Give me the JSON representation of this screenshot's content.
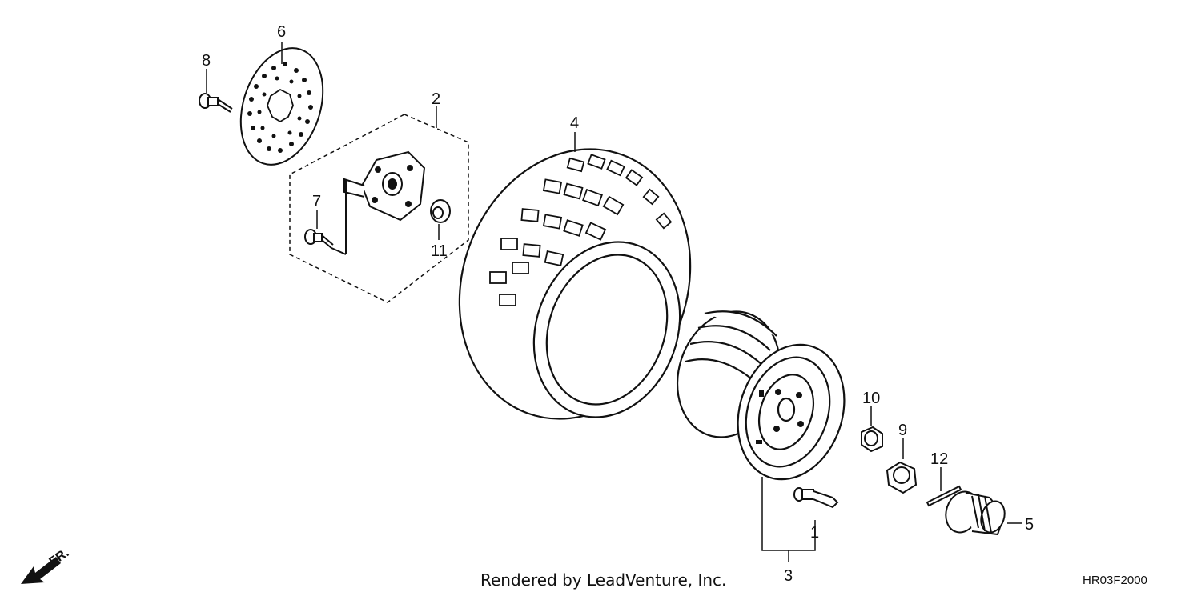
{
  "callouts": [
    "1",
    "2",
    "3",
    "4",
    "5",
    "6",
    "7",
    "8",
    "9",
    "10",
    "11",
    "12"
  ],
  "direction_label": "FR.",
  "credit": "Rendered by LeadVenture, Inc.",
  "diagram_code": "HR03F2000",
  "icons": [
    "front-direction-arrow-icon"
  ]
}
